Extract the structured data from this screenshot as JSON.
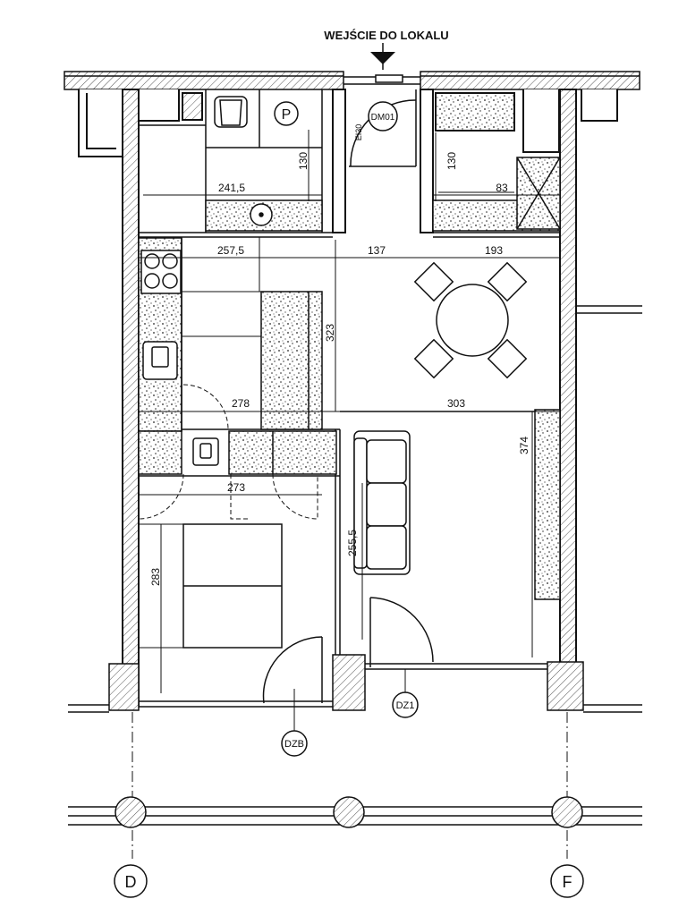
{
  "entrance": {
    "label": "WEJŚCIE DO LOKALU"
  },
  "doors": {
    "entry": "DM01",
    "fire_rating": "EI30",
    "bedroom_window": "DZB",
    "living_window": "DZ1"
  },
  "symbols": {
    "parking": "P"
  },
  "dimensions": {
    "wc_height": "130",
    "wc_width": "241,5",
    "wardrobe_height": "130",
    "wardrobe_width": "83",
    "kitchen_width": "257,5",
    "corridor_width": "137",
    "dining_width": "193",
    "kitchen_height": "323",
    "kitchen_lower_width": "278",
    "living_width": "303",
    "bedroom_width": "273",
    "bedroom_height": "283",
    "hall_height": "255,5",
    "living_height": "374"
  },
  "axes": {
    "left": "D",
    "right": "F"
  },
  "colors": {
    "line": "#111111",
    "hatch": "#333333",
    "background": "#ffffff"
  }
}
